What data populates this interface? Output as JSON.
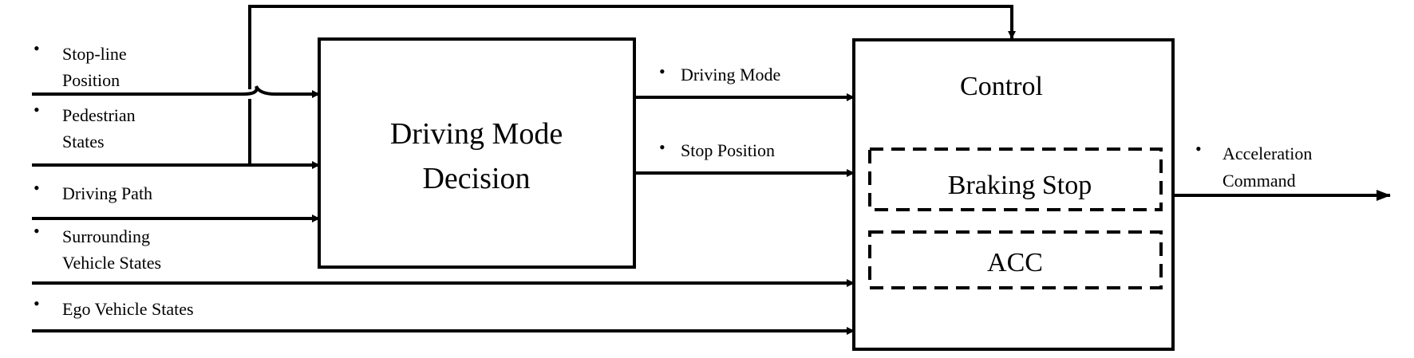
{
  "inputs": {
    "stop_line": [
      "Stop-line",
      "Position"
    ],
    "pedestrian": [
      "Pedestrian",
      "States"
    ],
    "driving_path": "Driving Path",
    "surrounding": [
      "Surrounding",
      "Vehicle States"
    ],
    "ego": "Ego Vehicle States"
  },
  "decision_block": {
    "title": [
      "Driving Mode",
      "Decision"
    ]
  },
  "intermediate": {
    "driving_mode": "Driving Mode",
    "stop_position": "Stop Position"
  },
  "control_block": {
    "title": "Control",
    "braking_stop": "Braking Stop",
    "acc": "ACC"
  },
  "output": {
    "label": [
      "Acceleration",
      "Command"
    ]
  },
  "bullet": "•"
}
